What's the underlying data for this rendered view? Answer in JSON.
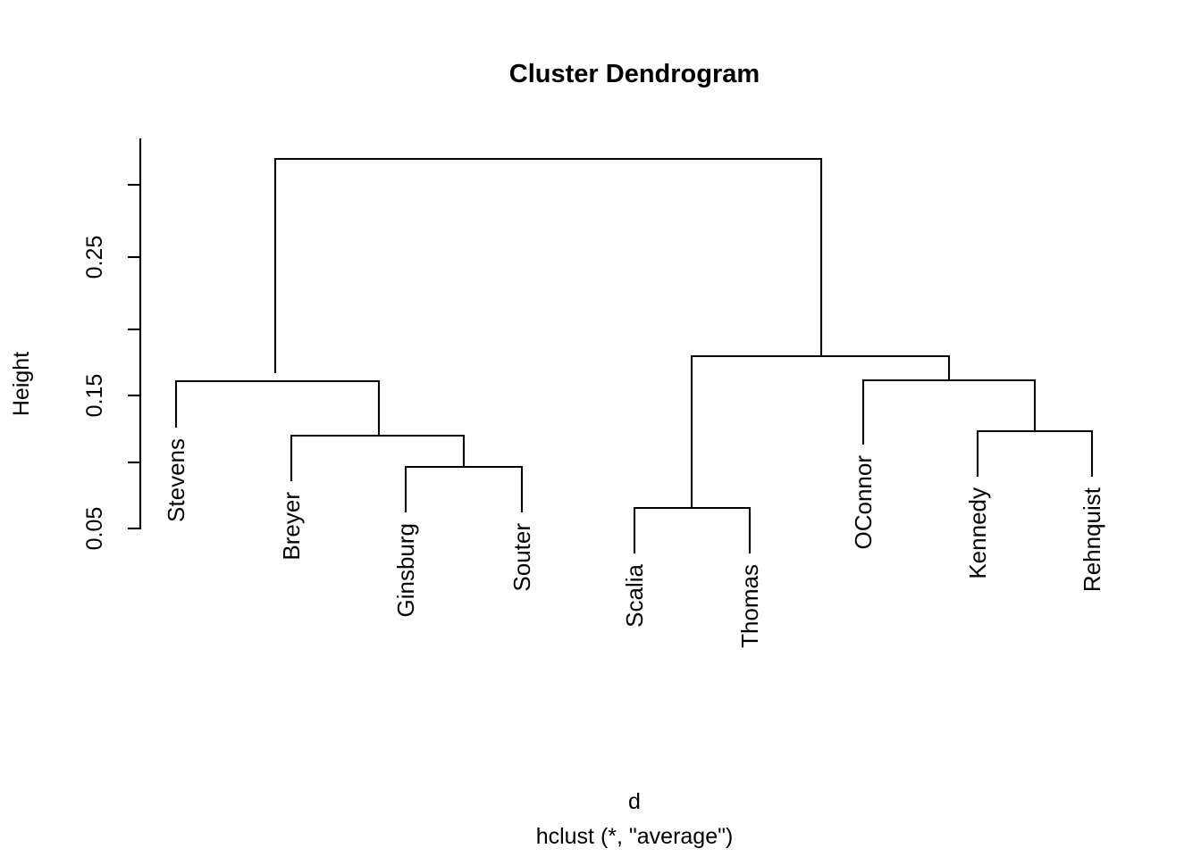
{
  "chart_data": {
    "type": "dendrogram",
    "title": "Cluster Dendrogram",
    "ylabel": "Height",
    "xlabel": "d",
    "sublabel": "hclust (*, \"average\")",
    "method": "average",
    "grid": false,
    "legend": "none",
    "ylim": [
      0.05,
      0.3
    ],
    "ytick_values": [
      "0.05",
      "0.15",
      "0.25"
    ],
    "ytick_positions": [
      0.05,
      0.15,
      0.25
    ],
    "ytick_minor_positions": [
      0.1,
      0.2,
      0.3
    ],
    "leaves": [
      {
        "label": "Stevens",
        "order": 1
      },
      {
        "label": "Breyer",
        "order": 2
      },
      {
        "label": "Ginsburg",
        "order": 3
      },
      {
        "label": "Souter",
        "order": 4
      },
      {
        "label": "Scalia",
        "order": 5
      },
      {
        "label": "Thomas",
        "order": 6
      },
      {
        "label": "OConnor",
        "order": 7
      },
      {
        "label": "Kennedy",
        "order": 8
      },
      {
        "label": "Rehnquist",
        "order": 9
      }
    ],
    "merges": [
      {
        "name": "ginsburg-souter",
        "height": 0.098,
        "members": [
          "Ginsburg",
          "Souter"
        ]
      },
      {
        "name": "breyer-ginsburg-souter",
        "height": 0.122,
        "members": [
          "Breyer",
          "Ginsburg",
          "Souter"
        ]
      },
      {
        "name": "stevens-liberals",
        "height": 0.163,
        "members": [
          "Stevens",
          "Breyer",
          "Ginsburg",
          "Souter"
        ]
      },
      {
        "name": "scalia-thomas",
        "height": 0.066,
        "members": [
          "Scalia",
          "Thomas"
        ]
      },
      {
        "name": "kennedy-rehnquist",
        "height": 0.125,
        "members": [
          "Kennedy",
          "Rehnquist"
        ]
      },
      {
        "name": "oconnor-kennedy-rehnquist",
        "height": 0.164,
        "members": [
          "OConnor",
          "Kennedy",
          "Rehnquist"
        ]
      },
      {
        "name": "conservatives",
        "height": 0.182,
        "members": [
          "Scalia",
          "Thomas",
          "OConnor",
          "Kennedy",
          "Rehnquist"
        ]
      },
      {
        "name": "root",
        "height": 0.333,
        "members": [
          "all"
        ]
      }
    ],
    "colors": {
      "line": "#000000",
      "text": "#000000",
      "background": "#ffffff"
    }
  }
}
